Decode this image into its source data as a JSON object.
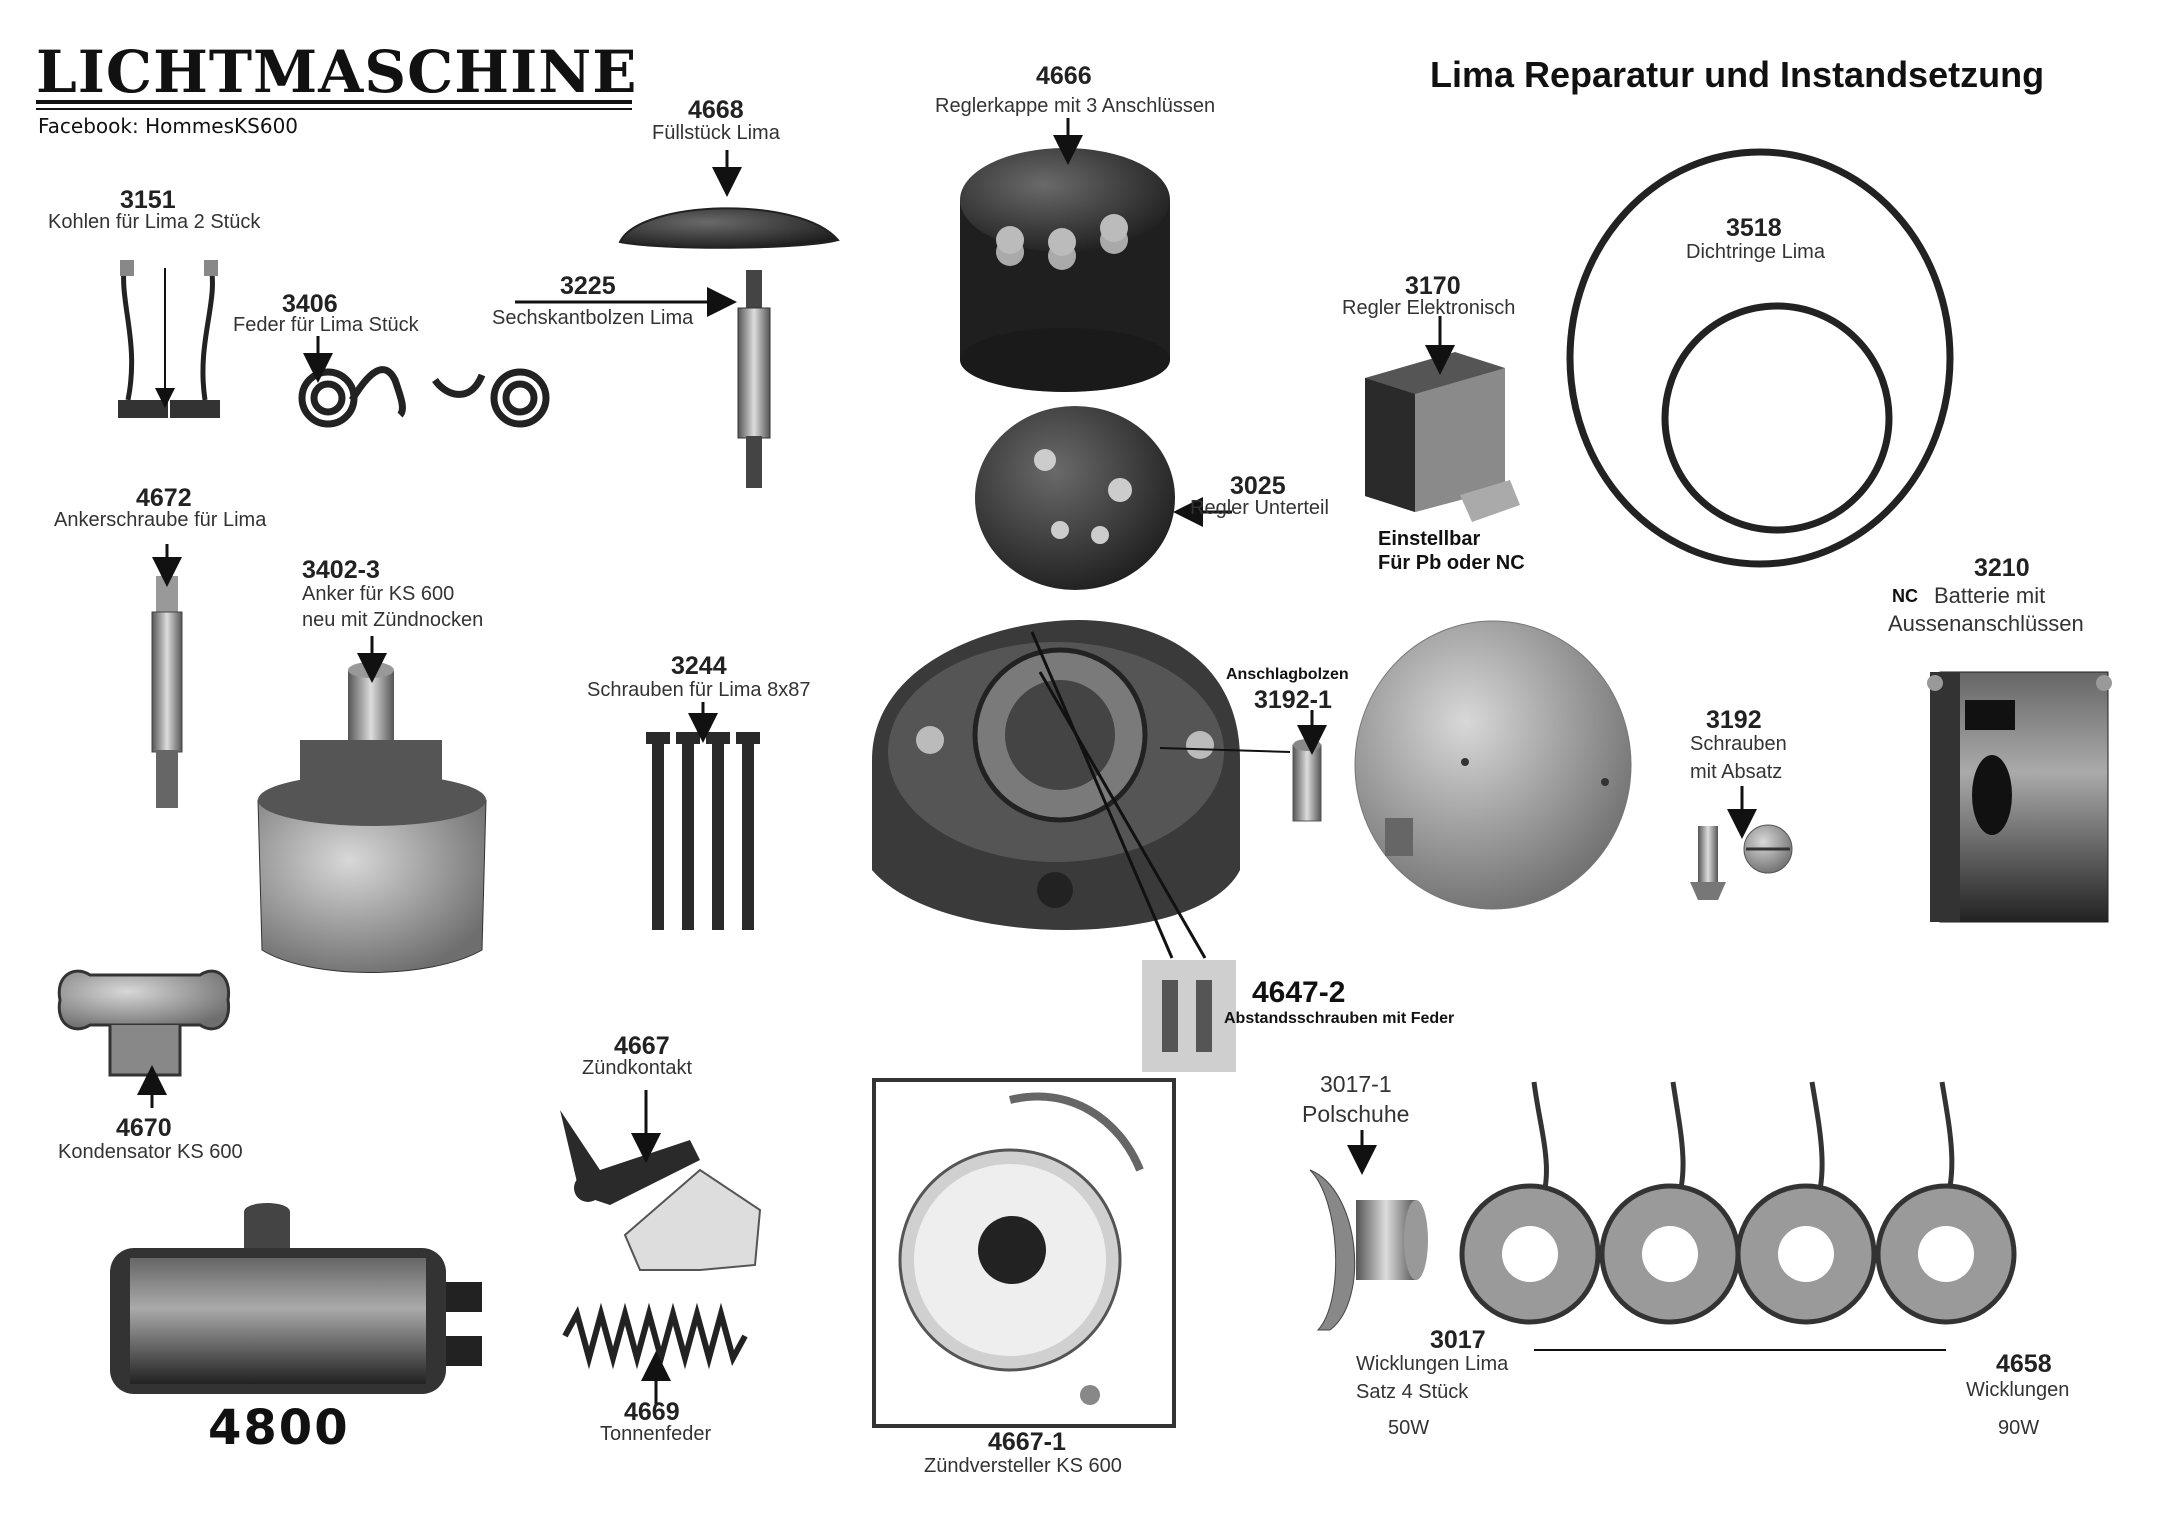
{
  "header": {
    "title": "LICHTMASCHINE",
    "facebook": "Facebook: HommesKS600",
    "headline": "Lima Reparatur und Instandsetzung"
  },
  "parts": {
    "p3151": {
      "num": "3151",
      "label": "Kohlen für Lima 2 Stück"
    },
    "p3406": {
      "num": "3406",
      "label": "Feder für Lima Stück"
    },
    "p4668": {
      "num": "4668",
      "label": "Füllstück Lima"
    },
    "p3225": {
      "num": "3225",
      "label": "Sechskantbolzen Lima"
    },
    "p4666": {
      "num": "4666",
      "label": "Reglerkappe mit 3 Anschlüssen"
    },
    "p3518": {
      "num": "3518",
      "label": "Dichtringe Lima"
    },
    "p3170": {
      "num": "3170",
      "label": "Regler Elektronisch",
      "note1": "Einstellbar",
      "note2": "Für Pb oder NC"
    },
    "p3025": {
      "num": "3025",
      "label": "Regler Unterteil"
    },
    "p4672": {
      "num": "4672",
      "label": "Ankerschraube für Lima"
    },
    "p3402": {
      "num": "3402-3",
      "label1": "Anker für KS 600",
      "label2": "neu mit Zündnocken"
    },
    "p3244": {
      "num": "3244",
      "label": "Schrauben für Lima 8x87"
    },
    "p3192_1": {
      "num": "3192-1",
      "label": "Anschlagbolzen"
    },
    "p3192": {
      "num": "3192",
      "label1": "Schrauben",
      "label2": "mit Absatz"
    },
    "p3210": {
      "num": "3210",
      "prefix": "NC",
      "label1": "Batterie mit",
      "label2": "Aussenanschlüssen"
    },
    "p4647_2": {
      "num": "4647-2",
      "label": "Abstandsschrauben mit Feder"
    },
    "p4670": {
      "num": "4670",
      "label": "Kondensator KS 600"
    },
    "p4667": {
      "num": "4667",
      "label": "Zündkontakt"
    },
    "p4669": {
      "num": "4669",
      "label": "Tonnenfeder"
    },
    "p4800": {
      "num": "4800"
    },
    "p4667_1": {
      "num": "4667-1",
      "label": "Zündversteller KS 600"
    },
    "p3017_1": {
      "num": "3017-1",
      "label": "Polschuhe"
    },
    "p3017": {
      "num": "3017",
      "label1": "Wicklungen Lima",
      "label2": "Satz 4 Stück",
      "watt": "50W"
    },
    "p4658": {
      "num": "4658",
      "label": "Wicklungen",
      "watt": "90W"
    }
  }
}
